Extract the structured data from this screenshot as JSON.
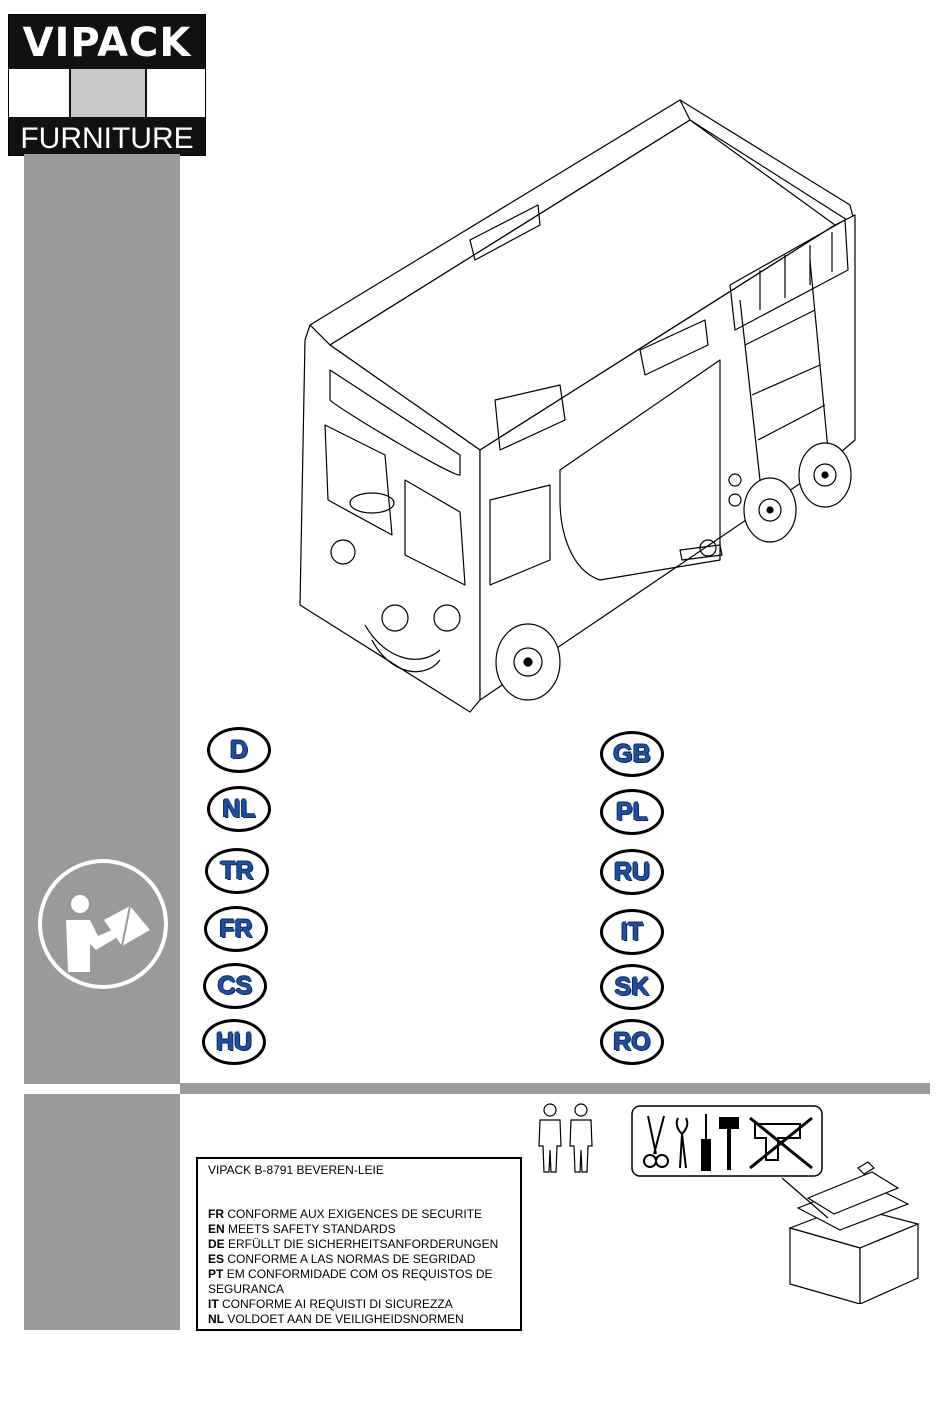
{
  "brand": {
    "top": "VIPACK",
    "bottom": "FURNITURE"
  },
  "languages": {
    "left": [
      "D",
      "NL",
      "TR",
      "FR",
      "CS",
      "HU"
    ],
    "right": [
      "GB",
      "PL",
      "RU",
      "IT",
      "SK",
      "RO"
    ]
  },
  "notice": {
    "address": "VIPACK B-8791 BEVEREN-LEIE",
    "lines": [
      {
        "code": "FR",
        "text": "CONFORME AUX EXIGENCES DE SECURITE"
      },
      {
        "code": "EN",
        "text": "MEETS SAFETY STANDARDS"
      },
      {
        "code": "DE",
        "text": "ERFÜLLT DIE SICHERHEITSANFORDERUNGEN"
      },
      {
        "code": "ES",
        "text": "CONFORME A LAS NORMAS DE SEGRIDAD"
      },
      {
        "code": "PT",
        "text": "EM CONFORMIDADE COM OS REQUISTOS DE"
      },
      {
        "code": "",
        "text": "SEGURANCA"
      },
      {
        "code": "IT",
        "text": "CONFORME AI REQUISTI DI SICUREZZA"
      },
      {
        "code": "NL",
        "text": "VOLDOET AAN DE VEILIGHEIDSNORMEN"
      }
    ]
  },
  "icons": {
    "manual": "read-manual-icon",
    "people": "two-persons-icon",
    "tools": "tools-required-icon",
    "toolbox": "toolbox-icon",
    "product": "bus-bunk-bed-illustration"
  },
  "colors": {
    "sidebar": "#9a9a9a",
    "language_code": "#1e4fa0"
  }
}
